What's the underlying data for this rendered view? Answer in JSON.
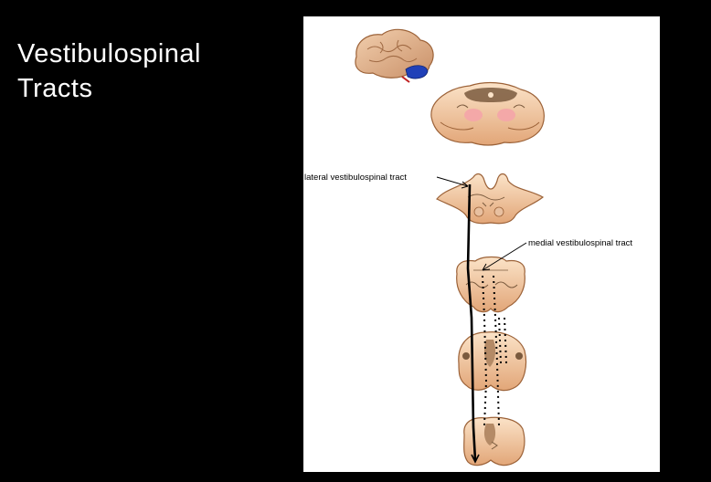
{
  "slide": {
    "title_line1": "Vestibulospinal",
    "title_line2": "Tracts"
  },
  "figure": {
    "labels": {
      "lateral": "lateral vestibulospinal tract",
      "medial": "medial vestibulospinal tract"
    },
    "colors": {
      "tissue_light": "#f8d8b8",
      "tissue_dark": "#d89a68",
      "tissue_outline": "#9c6238",
      "gray_matter": "#7a5a3e",
      "pink_region": "#f4a8a8",
      "brain_tan": "#d8a880",
      "cerebellum_blue": "#2040b8",
      "tract_line": "#000000"
    },
    "icons": {
      "brain": "brain-icon"
    }
  }
}
